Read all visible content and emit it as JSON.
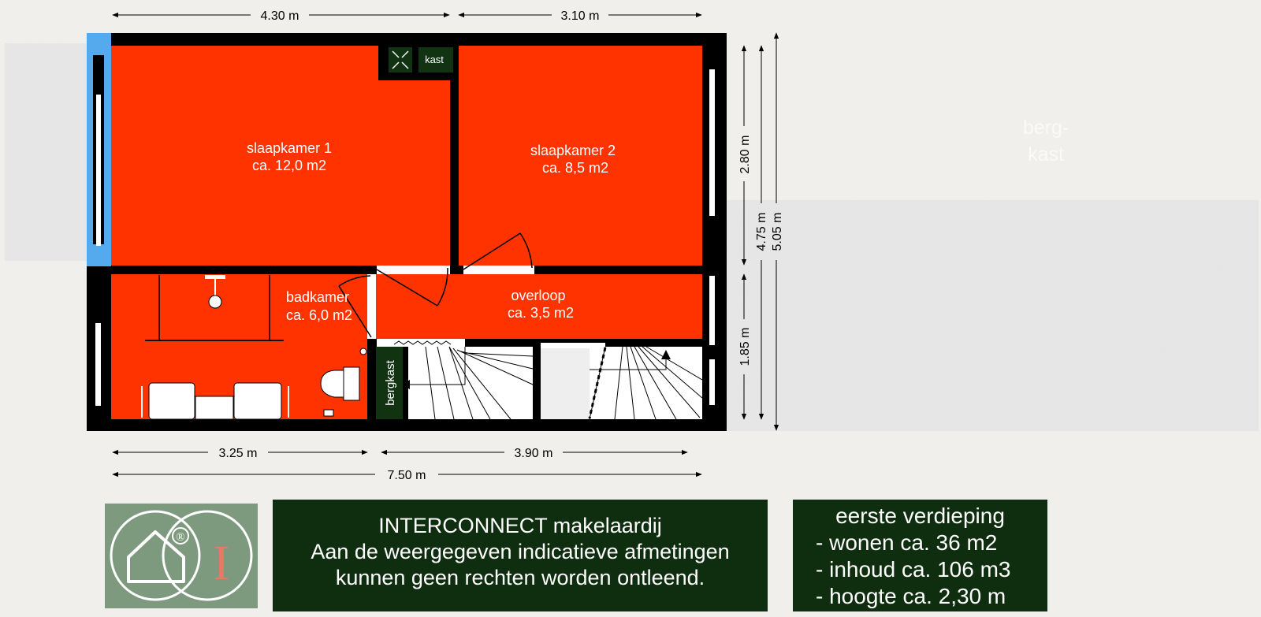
{
  "floorplan": {
    "dimensions": {
      "top_left": "4.30 m",
      "top_right": "3.10 m",
      "bottom_left": "3.25 m",
      "bottom_right": "3.90 m",
      "bottom_total": "7.50 m",
      "side_upper": "2.80 m",
      "side_lower": "1.85 m",
      "side_mid": "4.75 m",
      "side_total": "5.05 m"
    },
    "rooms": {
      "slaapkamer1": {
        "name": "slaapkamer 1",
        "area": "ca. 12,0 m2"
      },
      "slaapkamer2": {
        "name": "slaapkamer 2",
        "area": "ca. 8,5 m2"
      },
      "badkamer": {
        "name": "badkamer",
        "area": "ca. 6,0 m2"
      },
      "overloop": {
        "name": "overloop",
        "area": "ca. 3,5 m2"
      }
    },
    "labels": {
      "kast": "kast",
      "bergkast": "bergkast",
      "bergkast_roof_line1": "berg-",
      "bergkast_roof_line2": "kast"
    },
    "colors": {
      "room": "#ff3300",
      "wall": "#000000",
      "window": "#55aaee",
      "banner": "#0f2e0f",
      "logo_bg": "#7d9a7f",
      "logo_accent": "#e87a63",
      "background": "#f0efeb"
    }
  },
  "logo": {
    "mark": "®",
    "letter": "I"
  },
  "disclaimer": {
    "company": "INTERCONNECT makelaardij",
    "line2": "Aan de weergegeven indicatieve afmetingen",
    "line3": "kunnen geen rechten worden ontleend."
  },
  "stats": {
    "title": "eerste verdieping",
    "wonen": "- wonen ca. 36 m2",
    "inhoud": "- inhoud ca. 106 m3",
    "hoogte": "- hoogte ca. 2,30 m"
  }
}
